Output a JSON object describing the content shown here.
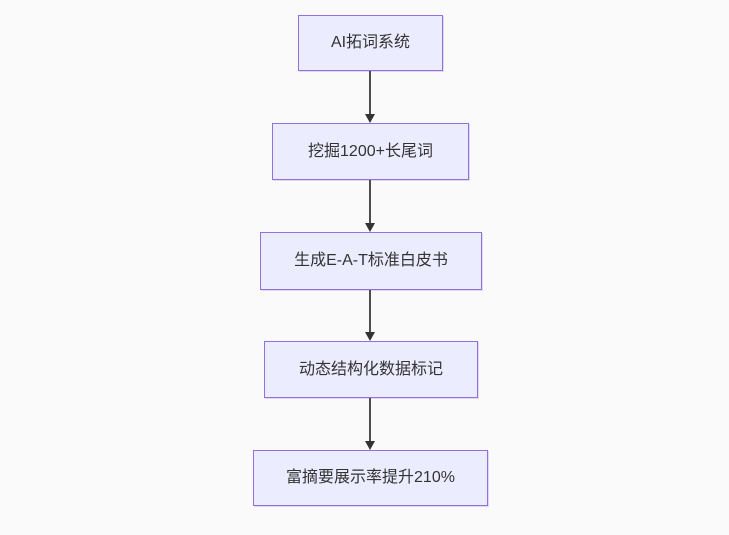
{
  "canvas": {
    "background_color": "#fafafa",
    "node_fill_color": "#ececff",
    "node_border_color": "#9370db",
    "node_text_color": "#333333",
    "arrow_color": "#333333"
  },
  "flowchart": {
    "type": "vertical-flow",
    "nodes": [
      {
        "id": "n1",
        "label": "AI拓词系统"
      },
      {
        "id": "n2",
        "label": "挖掘1200+长尾词"
      },
      {
        "id": "n3",
        "label": "生成E-A-T标准白皮书"
      },
      {
        "id": "n4",
        "label": "动态结构化数据标记"
      },
      {
        "id": "n5",
        "label": "富摘要展示率提升210%"
      }
    ],
    "edges": [
      {
        "from": "n1",
        "to": "n2"
      },
      {
        "from": "n2",
        "to": "n3"
      },
      {
        "from": "n3",
        "to": "n4"
      },
      {
        "from": "n4",
        "to": "n5"
      }
    ]
  }
}
